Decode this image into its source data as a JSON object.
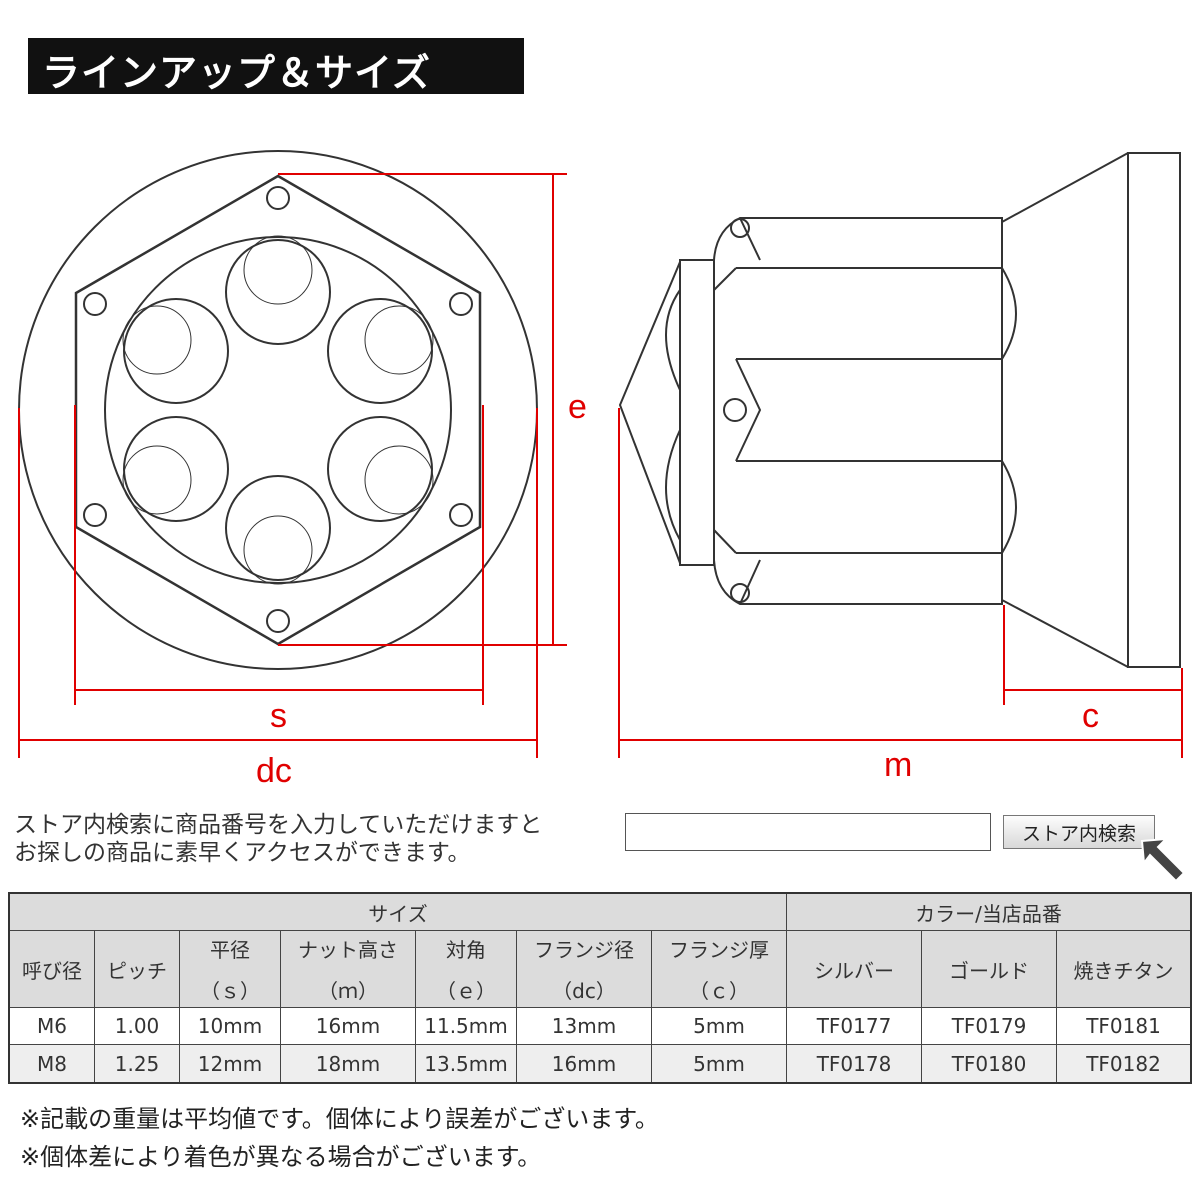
{
  "title": "ラインアップ＆サイズ",
  "dimensions": {
    "e": "e",
    "s": "s",
    "dc": "dc",
    "m": "m",
    "c": "c"
  },
  "search": {
    "line1": "ストア内検索に商品番号を入力していただけますと",
    "line2": "お探しの商品に素早くアクセスができます。",
    "button": "ストア内検索",
    "value": ""
  },
  "table": {
    "group_size": "サイズ",
    "group_color": "カラー/当店品番",
    "columns": [
      {
        "main": "呼び径",
        "sub": ""
      },
      {
        "main": "ピッチ",
        "sub": ""
      },
      {
        "main": "平径",
        "sub": "（ｓ）"
      },
      {
        "main": "ナット高さ",
        "sub": "（ｍ）"
      },
      {
        "main": "対角",
        "sub": "（ｅ）"
      },
      {
        "main": "フランジ径",
        "sub": "（dc）"
      },
      {
        "main": "フランジ厚",
        "sub": "（ｃ）"
      },
      {
        "main": "シルバー",
        "sub": ""
      },
      {
        "main": "ゴールド",
        "sub": ""
      },
      {
        "main": "焼きチタン",
        "sub": ""
      }
    ],
    "rows": [
      [
        "M6",
        "1.00",
        "10mm",
        "16mm",
        "11.5mm",
        "13mm",
        "5mm",
        "TF0177",
        "TF0179",
        "TF0181"
      ],
      [
        "M8",
        "1.25",
        "12mm",
        "18mm",
        "13.5mm",
        "16mm",
        "5mm",
        "TF0178",
        "TF0180",
        "TF0182"
      ]
    ]
  },
  "notes": [
    "※記載の重量は平均値です。個体により誤差がございます。",
    "※個体差により着色が異なる場合がございます。"
  ],
  "colors": {
    "dimension": "#e00000",
    "outline": "#333333",
    "title_bg": "#111111"
  }
}
